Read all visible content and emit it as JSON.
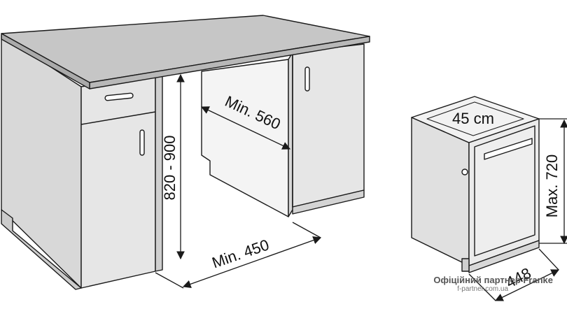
{
  "dimensions": {
    "height_range": "820 - 900",
    "min_depth": "Min. 560",
    "min_width": "Min. 450",
    "top_width": "45 cm",
    "max_height": "Max. 720",
    "depth": "448"
  },
  "watermark": {
    "text": "Офіційний партнер Franke",
    "url": "f-partner.com.ua"
  },
  "colors": {
    "line": "#1a1a1a",
    "cabinet_fill": "#e6e6e6",
    "countertop_fill": "#c6c6c6",
    "top_fill": "#f2f2f2",
    "front_fill": "#ebebeb"
  }
}
